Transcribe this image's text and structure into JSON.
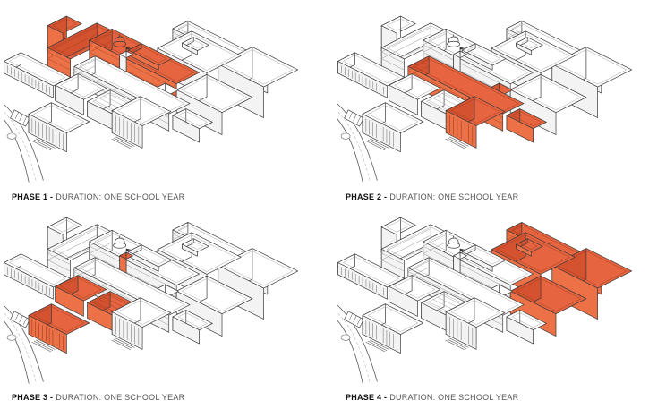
{
  "colors": {
    "highlight_top": "#E6643F",
    "highlight_left": "#D45230",
    "highlight_right": "#EC7147",
    "line": "#3B3B3B"
  },
  "phases": [
    {
      "label_bold": "PHASE 1 -",
      "label_text": "DURATION: ONE SCHOOL YEAR",
      "highlight": [
        "wing-a",
        "wing-b",
        "tower-left"
      ]
    },
    {
      "label_bold": "PHASE 2 -",
      "label_text": "DURATION: ONE SCHOOL YEAR",
      "highlight": [
        "mid-bar",
        "mid-bar-ext",
        "link",
        "audit-right"
      ]
    },
    {
      "label_bold": "PHASE 3 -",
      "label_text": "DURATION: ONE SCHOOL YEAR",
      "highlight": [
        "court-a",
        "court-b",
        "audit-lower",
        "tower-mid"
      ]
    },
    {
      "label_bold": "PHASE 4 -",
      "label_text": "DURATION: ONE SCHOOL YEAR",
      "highlight": [
        "bar-top",
        "block-ne",
        "block-n",
        "block-e"
      ]
    }
  ]
}
